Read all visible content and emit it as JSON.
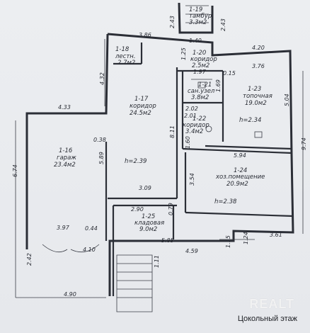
{
  "caption": "Цокольный этаж",
  "watermark": "REALT",
  "rooms": [
    {
      "id": "1-16",
      "name": "гараж",
      "area": "23.4м2"
    },
    {
      "id": "1-17",
      "name": "коридор",
      "area": "24.5м2"
    },
    {
      "id": "1-18",
      "name": "лестн.",
      "area": "2.7м2"
    },
    {
      "id": "1-19",
      "name": "тамбур",
      "area": "3.3м2"
    },
    {
      "id": "1-20",
      "name": "коридор",
      "area": "2.5м2"
    },
    {
      "id": "1-21",
      "name": "сан.узел",
      "area": "3.8м2"
    },
    {
      "id": "1-22",
      "name": "коридор",
      "area": "3.4м2"
    },
    {
      "id": "1-23",
      "name": "топочная",
      "area": "19.0м2"
    },
    {
      "id": "1-24",
      "name": "хоз.помещение",
      "area": "20.9м2"
    },
    {
      "id": "1-25",
      "name": "кладовая",
      "area": "9.0м2"
    }
  ],
  "heights": [
    "h=2.39",
    "h=2.34",
    "h=2.38"
  ],
  "dimensions": {
    "d386": "3.86",
    "d243a": "2.43",
    "d140": "1.40",
    "d243b": "2.43",
    "d420": "4.20",
    "d125": "1.25",
    "d197": "1.97",
    "d015": "0.15",
    "d376": "3.76",
    "d432": "4.32",
    "d433": "4.33",
    "d202": "2.02",
    "d169": "1.69",
    "d504": "5.04",
    "d201": "2.01",
    "d811": "8.11",
    "d038": "0.38",
    "d589": "5.89",
    "d160": "1.60",
    "d594": "5.94",
    "d974": "9.74",
    "d674": "6.74",
    "d354": "3.54",
    "d309": "3.09",
    "d290": "2.90",
    "d079": "0.79",
    "d397": "3.97",
    "d044": "0.44",
    "d410": "4.10",
    "d585": "5.85",
    "d459": "4.59",
    "d115": "1.15",
    "d124": "1.24",
    "d361": "3.61",
    "d242": "2.42",
    "d111": "1.11",
    "d490": "4.90"
  }
}
